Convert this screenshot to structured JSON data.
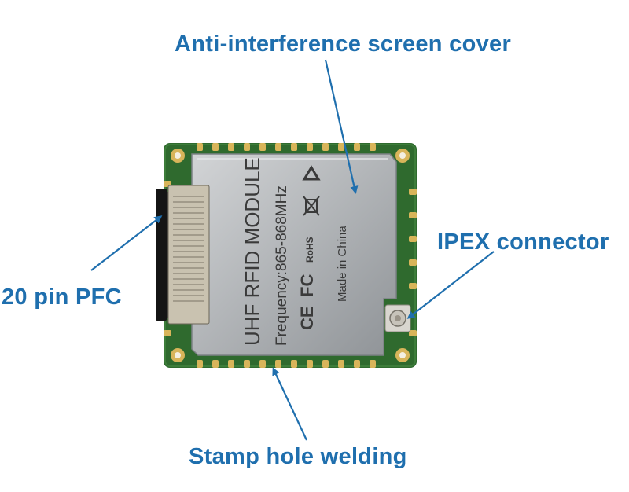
{
  "callouts": {
    "top": "Anti-interference screen cover",
    "right": "IPEX connector",
    "left": "20 pin PFC",
    "bottom": "Stamp hole welding"
  },
  "module_label": {
    "line1": "UHF RFID MODULE",
    "line2": "Frequency:865-868MHz",
    "line3": "Made in China",
    "marks": [
      "CE",
      "FC",
      "RoHS"
    ]
  },
  "colors": {
    "callout_text": "#1f6fae",
    "arrow": "#1f6fae",
    "pcb_green": "#2f6a2e",
    "shield_silver": "#b9bcbf",
    "gold_pad": "#d8b55a"
  }
}
